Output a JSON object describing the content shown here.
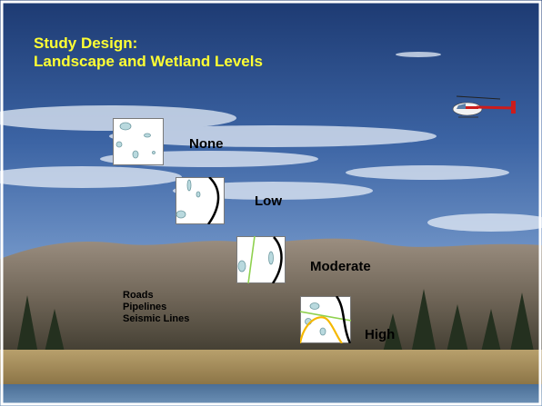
{
  "slide": {
    "title_line1": "Study Design:",
    "title_line2": "Landscape and Wetland Levels",
    "title_color": "#ffff33"
  },
  "levels": {
    "none": "None",
    "low": "Low",
    "moderate": "Moderate",
    "high": "High"
  },
  "legend": {
    "roads": "Roads",
    "pipelines": "Pipelines",
    "seismic": "Seismic Lines"
  },
  "colors": {
    "road_line": "#000000",
    "pipeline_line": "#8fd14f",
    "seismic_line": "#f5b800",
    "wetland_fill": "#b9d9de"
  },
  "icons": {
    "helicopter": "helicopter-icon"
  }
}
